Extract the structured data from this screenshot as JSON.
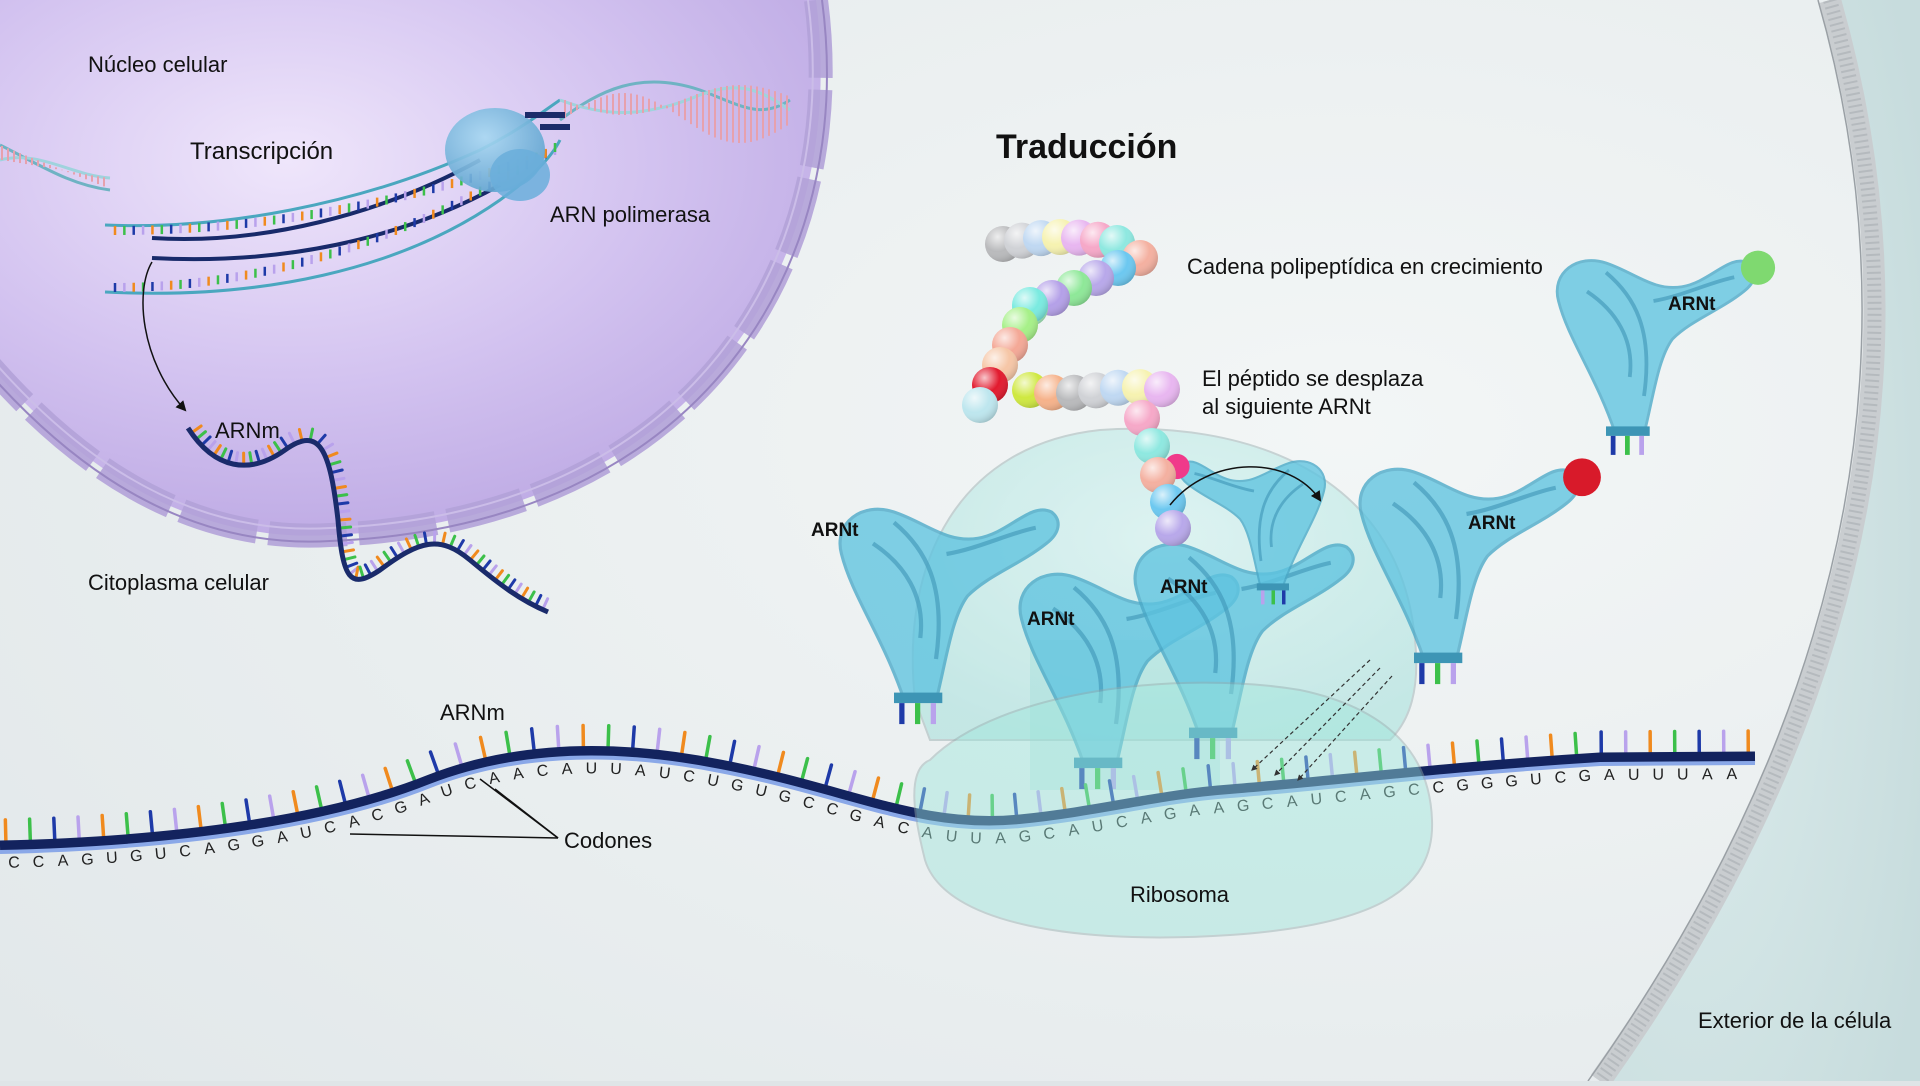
{
  "labels": {
    "nucleus": "Núcleo celular",
    "transcription": "Transcripción",
    "rna_polymerase": "ARN polimerasa",
    "mrna_nucleus": "ARNm",
    "cytoplasm": "Citoplasma celular",
    "translation_title": "Traducción",
    "growing_chain": "Cadena polipeptídica en crecimiento",
    "peptide_move_line1": "El péptido se desplaza",
    "peptide_move_line2": "al siguiente ARNt",
    "trna": "ARNt",
    "mrna_main": "ARNm",
    "codons": "Codones",
    "ribosome": "Ribosoma",
    "exterior": "Exterior de la célula"
  },
  "codons": [
    "CCA",
    "GUG",
    "UCA",
    "GGA",
    "UCA",
    "CGA",
    "UCA",
    "ACA",
    "UUA",
    "UCU",
    "GUG",
    "CCG",
    "ACA",
    "UUA",
    "GCA",
    "UCA",
    "GAA",
    "GCA",
    "UCA",
    "GCC",
    "GGG",
    "UCG",
    "AUU",
    "UAA"
  ],
  "colors": {
    "nucleus": "#c6b3e8",
    "nucleus_border": "#a894cf",
    "trna": "#5fc4e0",
    "ribosome": "#8fdcd6",
    "mrna_backbone": "#14245f",
    "mrna_stripe": "#8aa8e8",
    "base_colors": [
      "#f08a1e",
      "#3cc04a",
      "#1e3aa8",
      "#b9a2ec"
    ],
    "bead_colors": [
      "#b9babc",
      "#d0d2d6",
      "#bfd8f2",
      "#f6f2b0",
      "#e8b6f0",
      "#f6a8c8",
      "#8ee8e0",
      "#f4b0a0",
      "#6cc8f0",
      "#b8a8ea",
      "#8ee898",
      "#b4a0e8",
      "#a6eebe",
      "#7aeae0",
      "#a6f088",
      "#f4a896",
      "#f6c6a6",
      "#e21a2e",
      "#bde6ee",
      "#cfe840",
      "#f6b28a"
    ]
  }
}
